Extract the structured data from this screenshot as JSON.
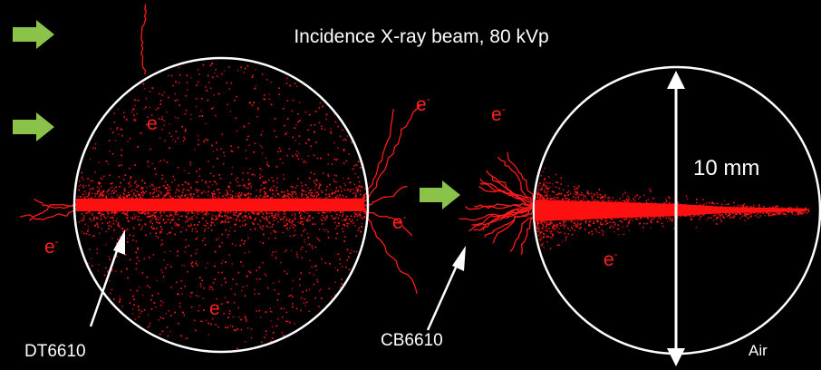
{
  "title": "Incidence X-ray beam, 80 kVp",
  "electron_symbol": "e",
  "electron_charge": "-",
  "labels": {
    "left_material": "DT6610",
    "middle_material": "CB6610",
    "right_material": "Air",
    "dimension": "10 mm"
  },
  "colors": {
    "background": "#000000",
    "tracks": "#ff1a1a",
    "circle": "#ffffff",
    "beam_arrow": "#8bc34a",
    "annotation": "#ffffff"
  },
  "icons": [
    "beam-arrow-icon",
    "pointer-arrow-icon",
    "dimension-arrow-icon"
  ]
}
